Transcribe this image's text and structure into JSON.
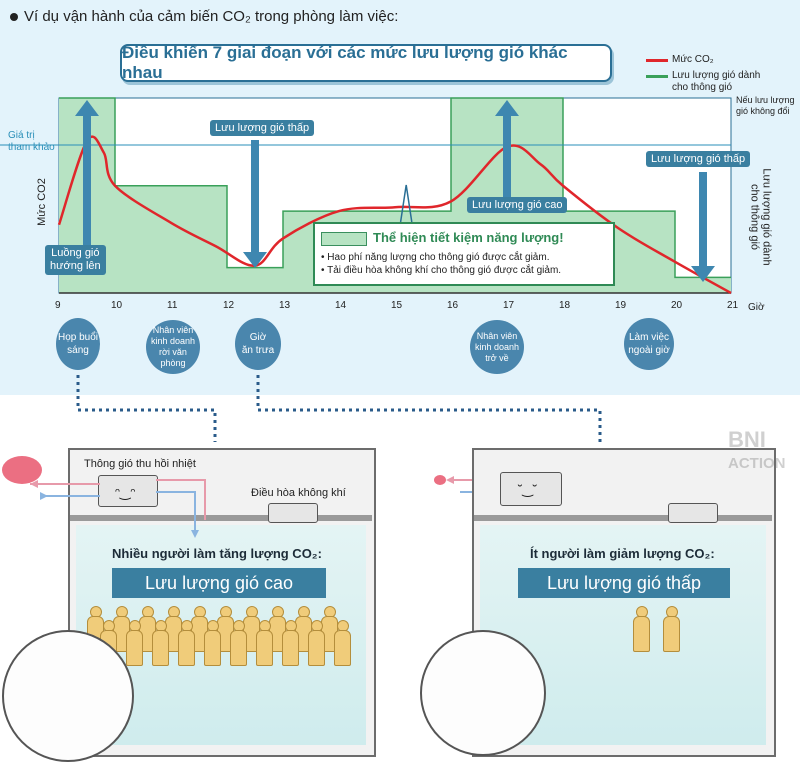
{
  "heading": "Ví dụ vận hành của cảm biến CO₂ trong phòng làm việc:",
  "title_box": "Điều khiển 7 giai đoạn với các mức lưu lượng gió khác nhau",
  "legend": {
    "co2": "Mức CO₂",
    "airflow_line1": "Lưu lượng gió dành",
    "airflow_line2": "cho thông gió",
    "no_change_line1": "Nếu lưu lượng",
    "no_change_line2": "gió không đổi"
  },
  "axis": {
    "y_left": "Mức CO2",
    "y_right_line1": "Lưu lượng gió dành",
    "y_right_line2": "cho thông gió",
    "reference_line1": "Giá trị",
    "reference_line2": "tham khảo",
    "x_unit": "Giờ",
    "ticks": [
      "9",
      "10",
      "11",
      "12",
      "13",
      "14",
      "15",
      "16",
      "17",
      "18",
      "19",
      "20",
      "21"
    ]
  },
  "chart_data": {
    "type": "line",
    "x_unit": "Giờ",
    "xlim": [
      9,
      21
    ],
    "series": [
      {
        "name": "Mức CO₂",
        "color": "#e0262b",
        "x": [
          9,
          9.5,
          9.8,
          10,
          11,
          11.8,
          12.5,
          13,
          14,
          15,
          16,
          17,
          17.6,
          18,
          19,
          20,
          21
        ],
        "y": [
          0.35,
          0.78,
          0.72,
          0.55,
          0.36,
          0.24,
          0.14,
          0.28,
          0.42,
          0.44,
          0.47,
          0.75,
          0.66,
          0.55,
          0.33,
          0.16,
          0.0
        ]
      },
      {
        "name": "Lưu lượng gió dành cho thông gió",
        "color": "#3aa05a",
        "x": [
          9,
          10,
          10,
          12,
          12,
          13,
          13,
          16,
          16,
          18,
          18,
          20,
          20,
          21
        ],
        "y": [
          1.0,
          1.0,
          0.55,
          0.55,
          0.13,
          0.13,
          0.42,
          0.42,
          1.0,
          1.0,
          0.42,
          0.42,
          0.08,
          0.08
        ]
      }
    ]
  },
  "labels": {
    "low_flow_1": "Lưu lượng gió thấp",
    "low_flow_2": "Lưu lượng gió thấp",
    "high_flow": "Lưu lượng gió cao",
    "wind_up_line1": "Luồng gió",
    "wind_up_line2": "hướng lên"
  },
  "saving": {
    "title": "Thể hiện tiết kiệm năng lượng!",
    "line1": "• Hao phí năng lượng cho thông gió được cắt giảm.",
    "line2": "• Tải điều hòa không khí cho thông gió được cắt giảm."
  },
  "events": [
    {
      "line1": "Họp buổi",
      "line2": "sáng",
      "line3": ""
    },
    {
      "line1": "Nhân viên",
      "line2": "kinh doanh",
      "line3": "rời văn phòng"
    },
    {
      "line1": "Giờ",
      "line2": "ăn trưa",
      "line3": ""
    },
    {
      "line1": "Nhân viên",
      "line2": "kinh doanh",
      "line3": "trở về"
    },
    {
      "line1": "Làm việc",
      "line2": "ngoài giờ",
      "line3": ""
    }
  ],
  "room_left": {
    "vent_label": "Thông gió thu hồi nhiệt",
    "ac_label": "Điều hòa không khí",
    "caption": "Nhiều người làm tăng lượng CO₂:",
    "banner": "Lưu lượng gió cao"
  },
  "room_right": {
    "caption": "Ít người làm giảm lượng CO₂:",
    "banner": "Lưu lượng gió thấp"
  },
  "watermark": {
    "line1": "BNI",
    "line2": "ACTION"
  },
  "colors": {
    "accent": "#3a7fa0",
    "co2": "#e0262b",
    "airflow": "#3aa05a",
    "fill": "#b7e3c3"
  }
}
